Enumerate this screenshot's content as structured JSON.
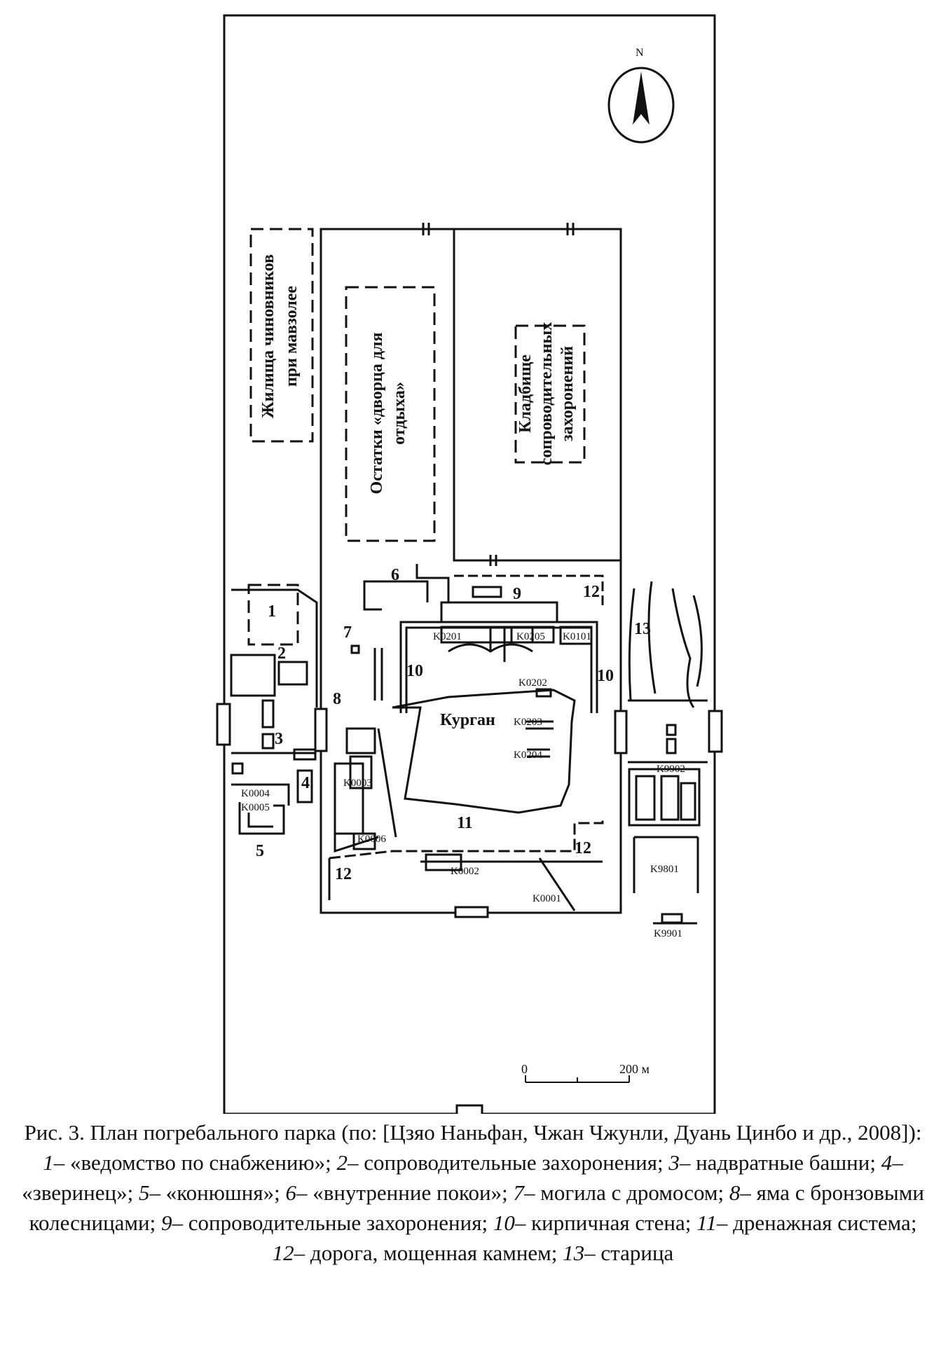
{
  "map": {
    "north": "N",
    "zones": {
      "officials_line1": "Жилища чиновников",
      "officials_line2": "при мавзолее",
      "palace_line1": "Остатки «дворца для",
      "palace_line2": "отдыха»",
      "cemetery_line1": "Кладбище",
      "cemetery_line2": "сопроводительных",
      "cemetery_line3": "захоронений"
    },
    "mound": "Курган",
    "numbers": {
      "n1": "1",
      "n2": "2",
      "n3": "3",
      "n4": "4",
      "n5": "5",
      "n6": "6",
      "n7": "7",
      "n8": "8",
      "n9": "9",
      "n10a": "10",
      "n10b": "10",
      "n11": "11",
      "n12a": "12",
      "n12b": "12",
      "n12c": "12",
      "n13": "13"
    },
    "pits": {
      "k0001": "K0001",
      "k0002": "K0002",
      "k0003": "K0003",
      "k0004": "K0004",
      "k0005": "K0005",
      "k0006": "K0006",
      "k0101": "K0101",
      "k0201": "K0201",
      "k0202": "K0202",
      "k0203": "K0203",
      "k0204": "K0204",
      "k0205": "K0205",
      "k9801": "K9801",
      "k9901": "K9901",
      "k9902": "K9902"
    },
    "scale": {
      "zero": "0",
      "max": "200 м"
    }
  },
  "caption": {
    "lead": "Рис. 3. План погребального парка (по: [Цзяо Наньфан, Чжан Чжунли, Ду­ань Цинбо и др., 2008]): ",
    "items": [
      {
        "num": "1",
        "text": "– «ведомство по снабжению»; "
      },
      {
        "num": "2",
        "text": "– сопроводительные захоронения; "
      },
      {
        "num": "3",
        "text": "– надвратные башни; "
      },
      {
        "num": "4",
        "text": "– «зверинец»; "
      },
      {
        "num": "5",
        "text": "– «конюшня»; "
      },
      {
        "num": "6",
        "text": "– «внутренние покои»; "
      },
      {
        "num": "7",
        "text": "– могила с дромосом; "
      },
      {
        "num": "8",
        "text": "– яма с бронзовыми колесницами; "
      },
      {
        "num": "9",
        "text": "– сопроводительные захоронения; "
      },
      {
        "num": "10",
        "text": "– кирпичная стена; "
      },
      {
        "num": "11",
        "text": "– дренажная система; "
      },
      {
        "num": "12",
        "text": "– дорога, мощенная камнем; "
      },
      {
        "num": "13",
        "text": "– старица"
      }
    ]
  }
}
